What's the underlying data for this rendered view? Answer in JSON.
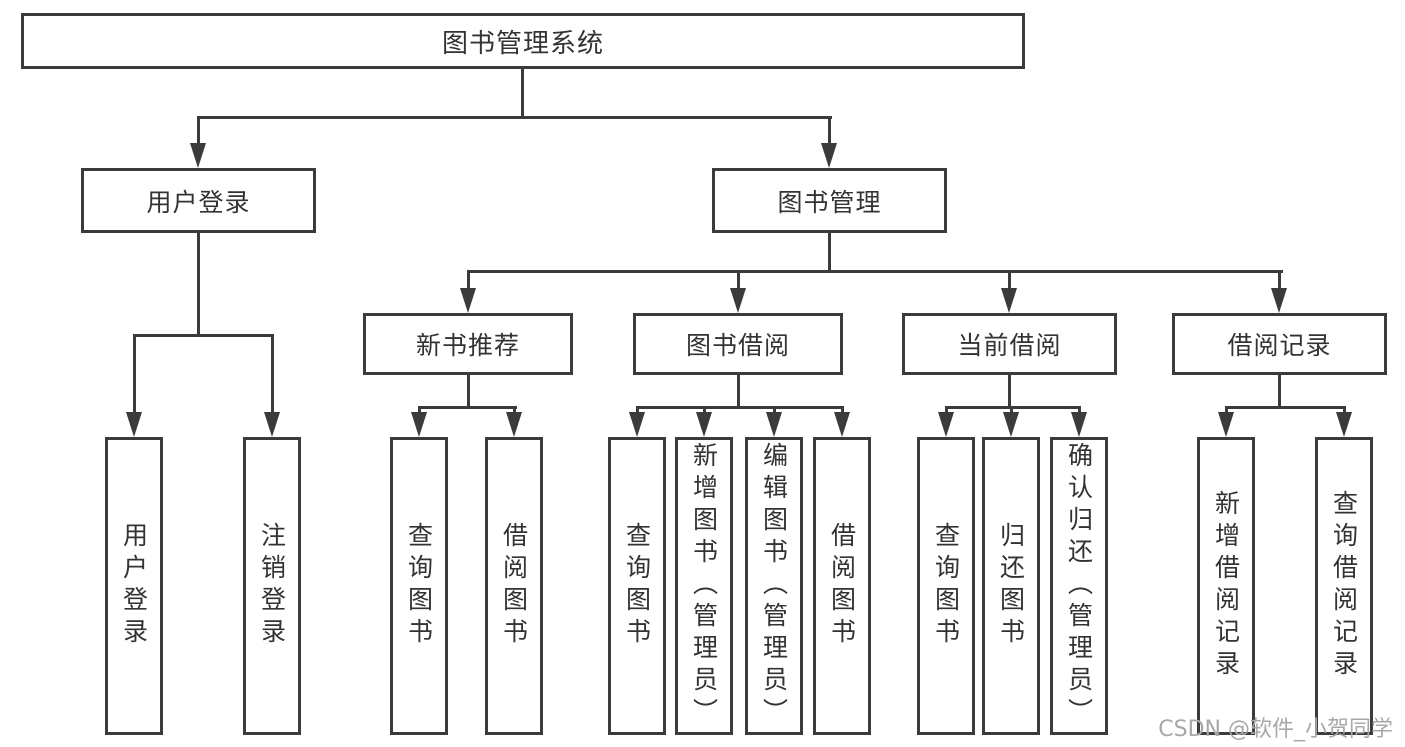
{
  "diagram": {
    "root": {
      "label": "图书管理系统"
    },
    "branches": [
      {
        "label": "用户登录",
        "children": [
          {
            "label": "用户登录"
          },
          {
            "label": "注销登录"
          }
        ]
      },
      {
        "label": "图书管理",
        "children": [
          {
            "label": "新书推荐",
            "children": [
              {
                "label": "查询图书"
              },
              {
                "label": "借阅图书"
              }
            ]
          },
          {
            "label": "图书借阅",
            "children": [
              {
                "label": "查询图书"
              },
              {
                "label": "新增图书（管理员）"
              },
              {
                "label": "编辑图书（管理员）"
              },
              {
                "label": "借阅图书"
              }
            ]
          },
          {
            "label": "当前借阅",
            "children": [
              {
                "label": "查询图书"
              },
              {
                "label": "归还图书"
              },
              {
                "label": "确认归还（管理员）"
              }
            ]
          },
          {
            "label": "借阅记录",
            "children": [
              {
                "label": "新增借阅记录"
              },
              {
                "label": "查询借阅记录"
              }
            ]
          }
        ]
      }
    ]
  },
  "watermark": {
    "text": "CSDN @软件_小贺同学"
  },
  "colors": {
    "line": "#3b3b3b",
    "text": "#333333",
    "watermark": "#a8a8a8",
    "background": "#ffffff"
  }
}
